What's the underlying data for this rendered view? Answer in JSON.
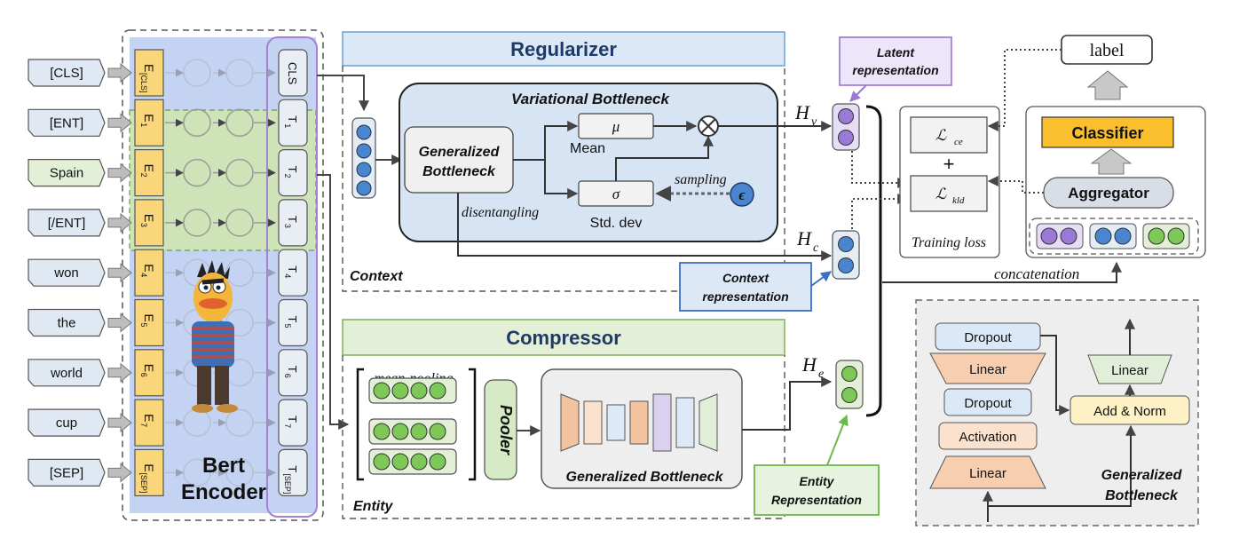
{
  "tokens": [
    "[CLS]",
    "[ENT]",
    "Spain",
    "[/ENT]",
    "won",
    "the",
    "world",
    "cup",
    "[SEP]"
  ],
  "embeddings": [
    {
      "base": "E",
      "sub": "[CLS]"
    },
    {
      "base": "E",
      "sub": "1"
    },
    {
      "base": "E",
      "sub": "2"
    },
    {
      "base": "E",
      "sub": "3"
    },
    {
      "base": "E",
      "sub": "4"
    },
    {
      "base": "E",
      "sub": "5"
    },
    {
      "base": "E",
      "sub": "6"
    },
    {
      "base": "E",
      "sub": "7"
    },
    {
      "base": "E",
      "sub": "[SEP]"
    }
  ],
  "outputs": [
    {
      "base": "CLS",
      "sub": ""
    },
    {
      "base": "T",
      "sub": "1"
    },
    {
      "base": "T",
      "sub": "2"
    },
    {
      "base": "T",
      "sub": "3"
    },
    {
      "base": "T",
      "sub": "4"
    },
    {
      "base": "T",
      "sub": "5"
    },
    {
      "base": "T",
      "sub": "6"
    },
    {
      "base": "T",
      "sub": "7"
    },
    {
      "base": "T",
      "sub": "[SEP]"
    }
  ],
  "encoder": {
    "line1": "Bert",
    "line2": "Encoder"
  },
  "regularizer": {
    "title": "Regularizer",
    "vb_title": "Variational Bottleneck",
    "gb_line1": "Generalized",
    "gb_line2": "Bottleneck",
    "mu": "μ",
    "mean": "Mean",
    "sigma": "σ",
    "stddev": "Std. dev",
    "sampling": "sampling",
    "epsilon": "ϵ",
    "disentangling": "disentangling",
    "context": "Context"
  },
  "compressor": {
    "title": "Compressor",
    "mean_pooling": "mean-pooling",
    "pooler": "Pooler",
    "gb": "Generalized Bottleneck",
    "entity": "Entity"
  },
  "reps": {
    "hv": {
      "base": "H",
      "sub": "v"
    },
    "hc": {
      "base": "H",
      "sub": "c"
    },
    "he": {
      "base": "H",
      "sub": "e"
    },
    "latent_line1": "Latent",
    "latent_line2": "representation",
    "context_line1": "Context",
    "context_line2": "representation",
    "entity_line1": "Entity",
    "entity_line2": "Representation"
  },
  "loss": {
    "ce": {
      "base": "ℒ",
      "sub": "ce"
    },
    "plus": "+",
    "kld": {
      "base": "ℒ",
      "sub": "kld"
    },
    "caption": "Training loss"
  },
  "classifier_panel": {
    "label": "label",
    "classifier": "Classifier",
    "aggregator": "Aggregator",
    "concatenation": "concatenation"
  },
  "gb_detail": {
    "dropout_top": "Dropout",
    "linear_top": "Linear",
    "dropout_mid": "Dropout",
    "activation": "Activation",
    "linear_bottom": "Linear",
    "linear_right": "Linear",
    "add_norm": "Add & Norm",
    "caption_line1": "Generalized",
    "caption_line2": "Bottleneck"
  },
  "colors": {
    "token_fill": "#dfe8f3",
    "token_spain_fill": "#e4efd8",
    "embed_fill": "#fad67a",
    "encoder_fill": "#c5d3f2",
    "entity_band": "#cfe3b8",
    "output_border": "#a481d6",
    "reg_header": "#dbe9f7",
    "vb_fill": "#d6e4f4",
    "comp_header": "#e3efd7",
    "blue_dot": "#4a86cf",
    "purple_dot": "#9b79d6",
    "green_dot": "#7ec857",
    "classifier_fill": "#fbbf2d",
    "aggregator_fill": "#d9dde6",
    "linear_fill": "#f7cfb0",
    "dropout_fill": "#dbe8f7",
    "addnorm_fill": "#fdf1c5",
    "linear_right_fill": "#e1efd8"
  }
}
